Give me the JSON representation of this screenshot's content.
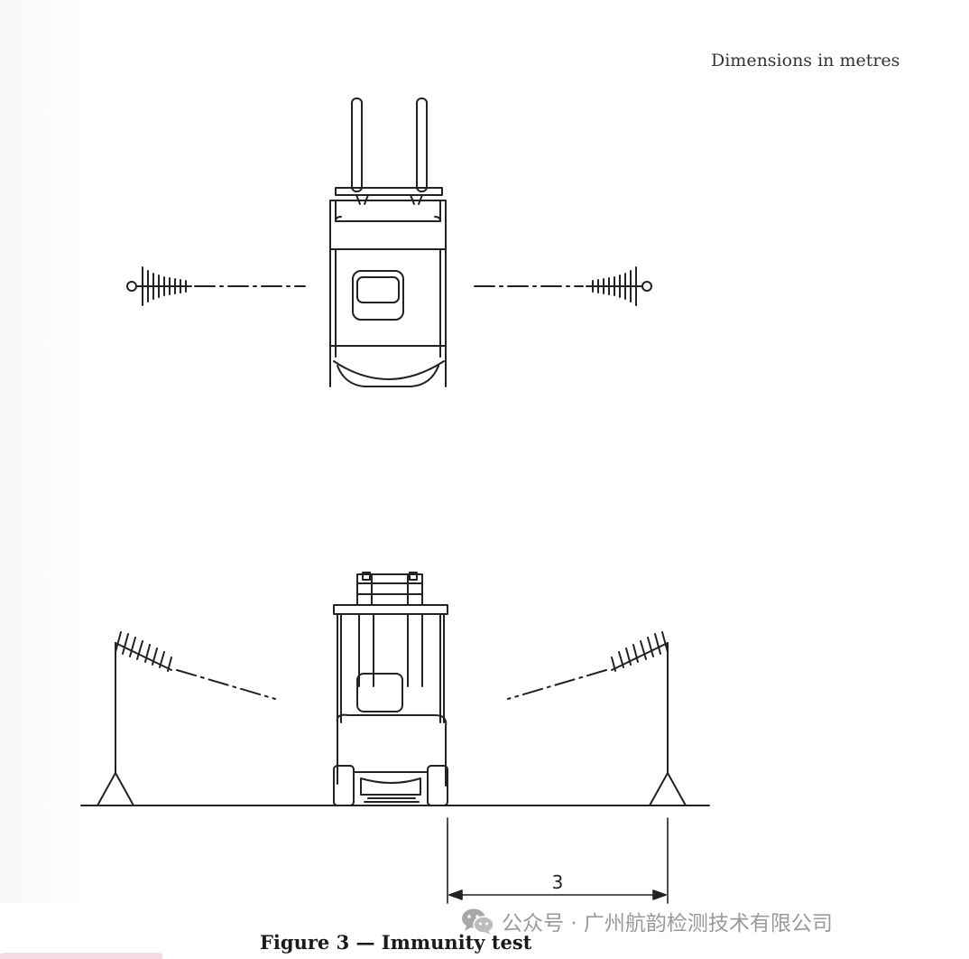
{
  "figure": {
    "dimensions_note": "Dimensions in metres",
    "caption": "Figure 3 — Immunity test",
    "distance_label": "3"
  },
  "watermark": {
    "text": "公众号 · 广州航韵检测技术有限公司",
    "logo_icon": "wechat-icon"
  },
  "colors": {
    "line": "#222222",
    "watermark": "#9a9a9a"
  }
}
